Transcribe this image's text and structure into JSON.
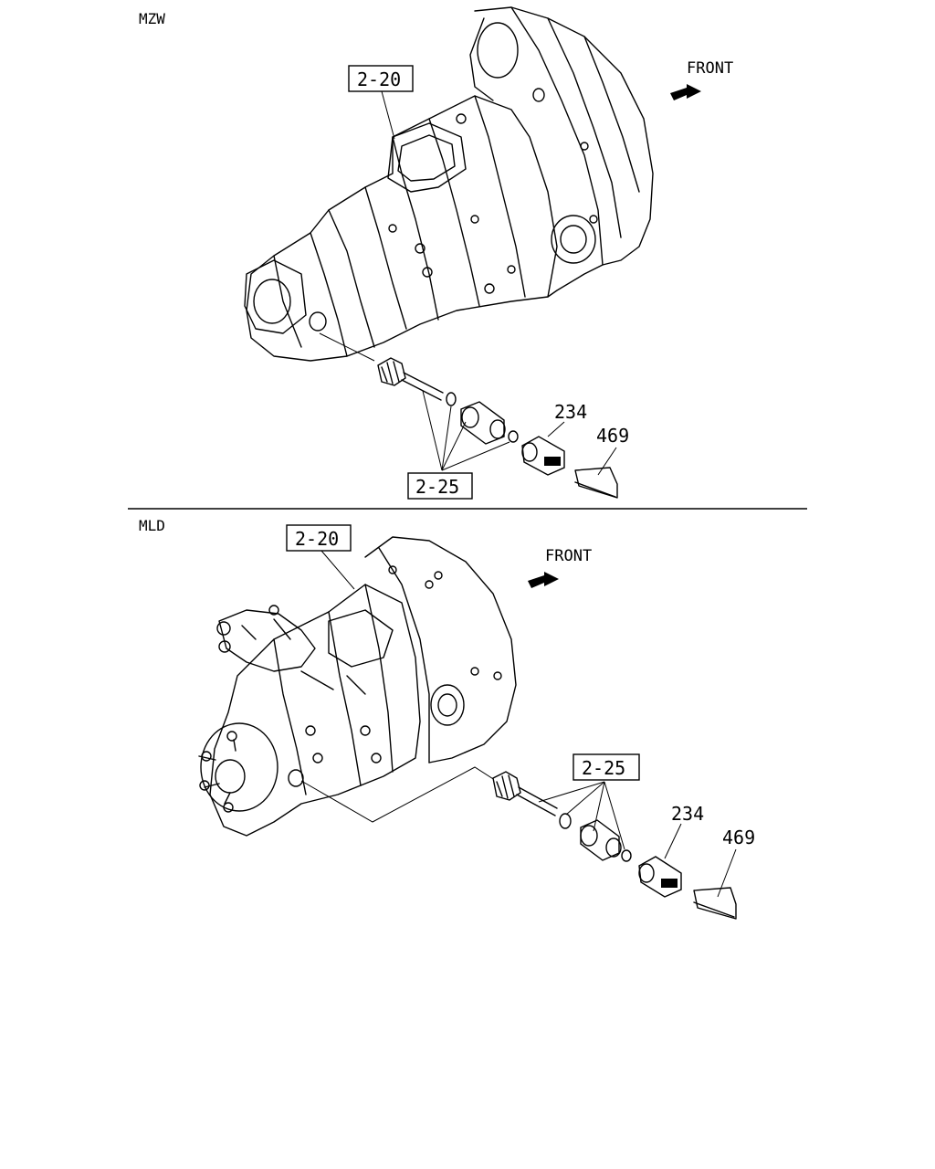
{
  "sections": [
    {
      "variant": "MZW",
      "front_label": "FRONT",
      "callouts": {
        "group_main": "2-20",
        "group_drive": "2-25",
        "part_sensor": "234",
        "part_bracket": "469"
      }
    },
    {
      "variant": "MLD",
      "front_label": "FRONT",
      "callouts": {
        "group_main": "2-20",
        "group_drive": "2-25",
        "part_sensor": "234",
        "part_bracket": "469"
      }
    }
  ]
}
